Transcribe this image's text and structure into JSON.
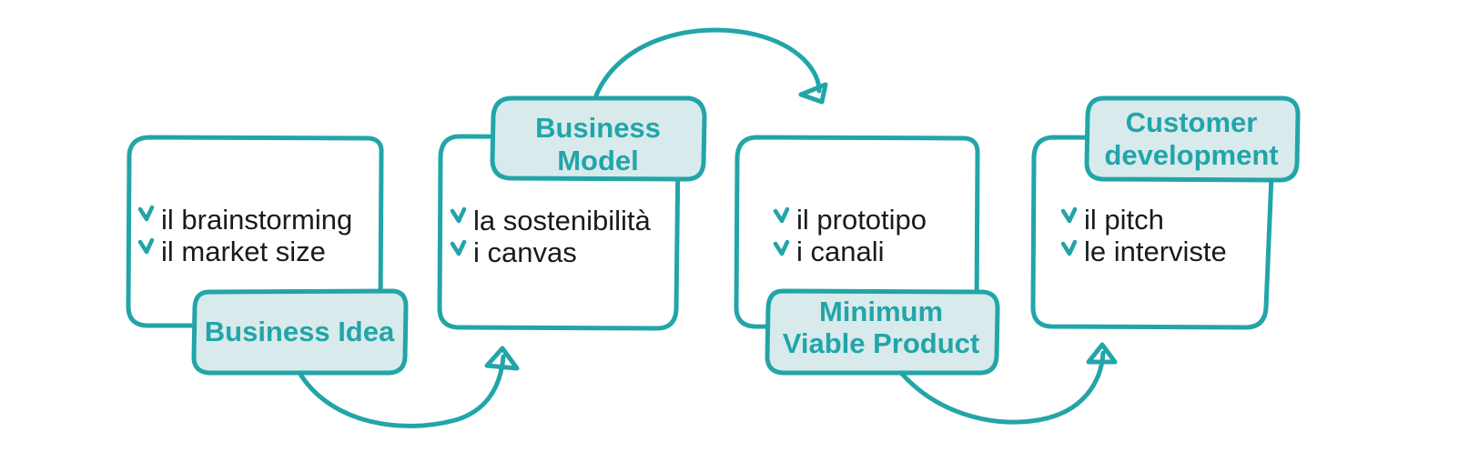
{
  "theme": {
    "accent": "#22a5a8",
    "tag_fill": "#d8eaec",
    "text": "#1a1a1a"
  },
  "steps": [
    {
      "tag_lines": [
        "Business Idea"
      ],
      "items": [
        "il brainstorming",
        "il market size"
      ]
    },
    {
      "tag_lines": [
        "Business",
        "Model"
      ],
      "items": [
        "la sostenibilità",
        "i canvas"
      ]
    },
    {
      "tag_lines": [
        "Minimum",
        "Viable Product"
      ],
      "items": [
        "il prototipo",
        "i canali"
      ]
    },
    {
      "tag_lines": [
        "Customer",
        "development"
      ],
      "items": [
        "il pitch",
        "le interviste"
      ]
    }
  ],
  "item_marker_icon": "checkmark-icon",
  "connector_icon": "curved-arrow-icon"
}
